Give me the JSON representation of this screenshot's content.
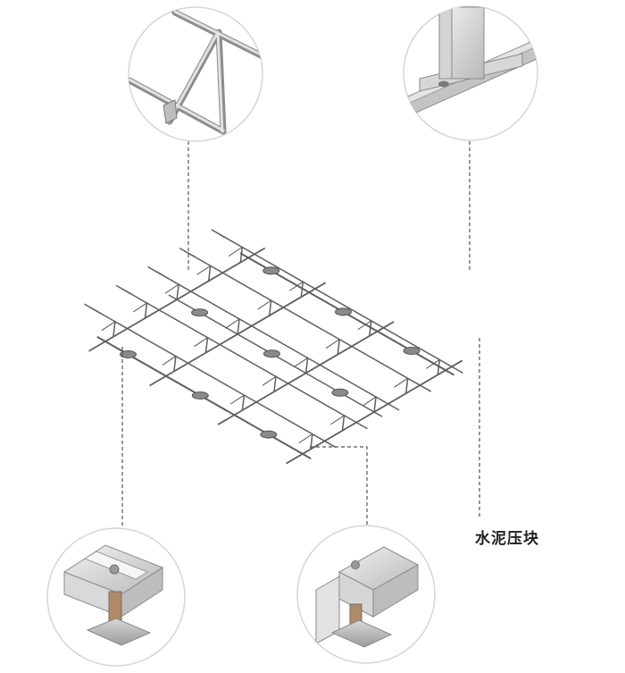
{
  "labels": {
    "concrete_block": "水泥压块"
  },
  "colors": {
    "frame_line": "#5f5f5f",
    "dash_line": "#555555",
    "block_fill": "#8a8a8a",
    "callout_border": "#d6d6d6",
    "label_text": "#222222"
  },
  "callouts": [
    {
      "name": "truss-joint-detail-callout"
    },
    {
      "name": "post-base-detail-callout"
    },
    {
      "name": "mid-clamp-detail-callout"
    },
    {
      "name": "end-clamp-detail-callout"
    }
  ]
}
